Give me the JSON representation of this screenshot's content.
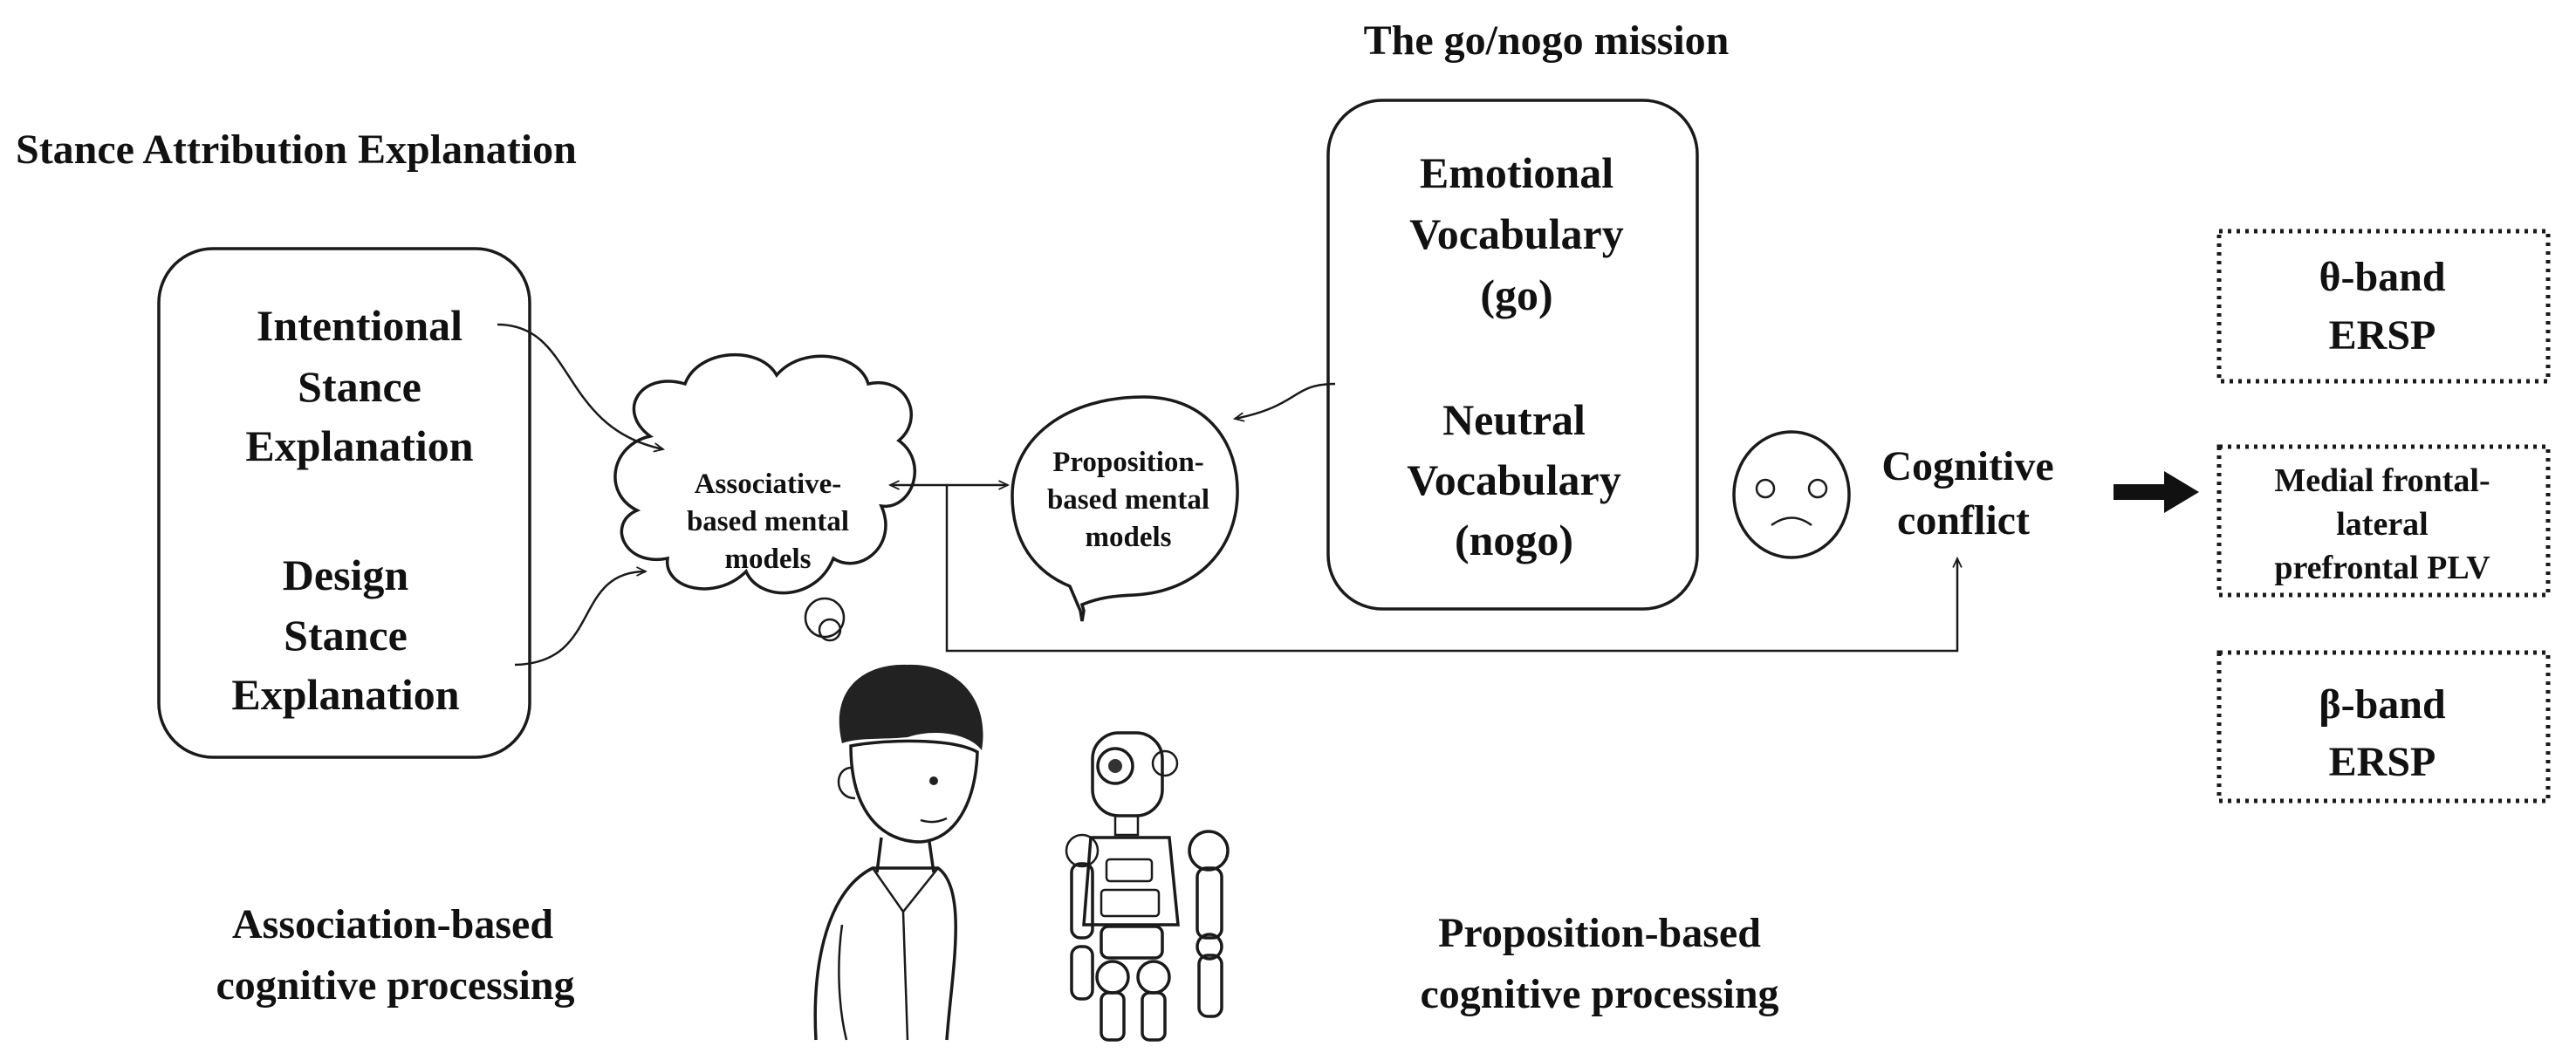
{
  "headings": {
    "stance_attribution": "Stance Attribution Explanation",
    "gonogo_mission": "The go/nogo mission"
  },
  "stance_box": {
    "intentional": [
      "Intentional",
      "Stance",
      "Explanation"
    ],
    "design": [
      "Design",
      "Stance",
      "Explanation"
    ]
  },
  "associative_cloud": [
    "Associative-",
    "based mental",
    "models"
  ],
  "proposition_bubble": [
    "Proposition-",
    "based mental",
    "models"
  ],
  "vocabulary_box": {
    "emotional": [
      "Emotional",
      "Vocabulary",
      "(go)"
    ],
    "neutral": [
      "Neutral",
      "Vocabulary",
      "(nogo)"
    ]
  },
  "cognitive_conflict": [
    "Cognitive",
    "conflict"
  ],
  "outcomes": {
    "theta": [
      "θ-band",
      "ERSP"
    ],
    "plv": [
      "Medial frontal-",
      "lateral",
      "prefrontal PLV"
    ],
    "beta": [
      "β-band",
      "ERSP"
    ]
  },
  "bottom_labels": {
    "association": [
      "Association-based",
      "cognitive processing"
    ],
    "proposition": [
      "Proposition-based",
      "cognitive processing"
    ]
  },
  "icons": {
    "face": "sad-face-icon",
    "boy": "boy-illustration",
    "robot": "robot-illustration"
  }
}
